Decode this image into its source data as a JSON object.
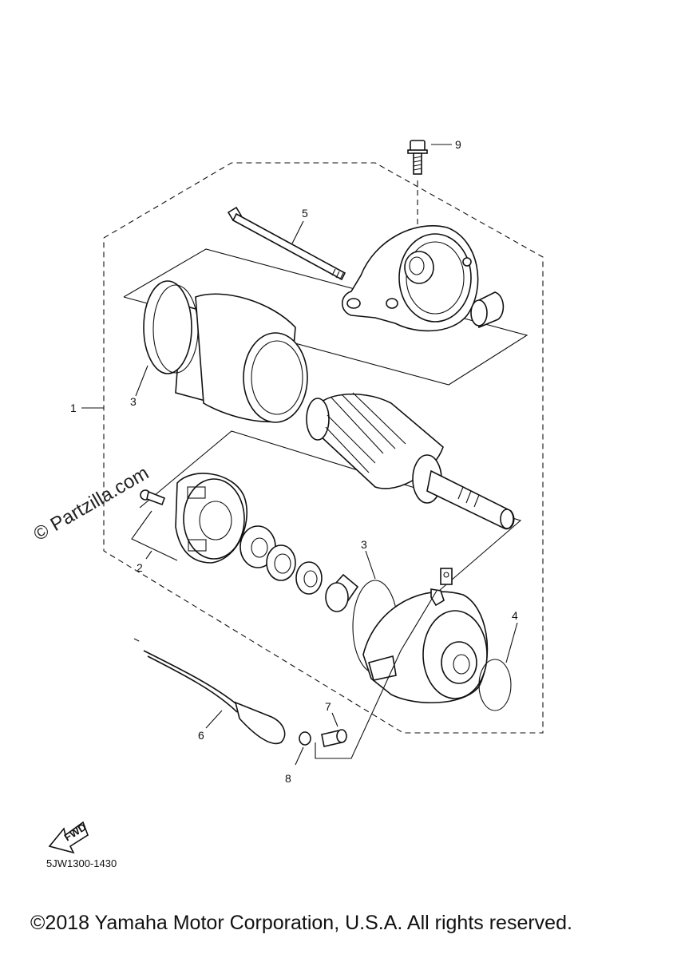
{
  "callouts": [
    {
      "id": "1",
      "text": "1"
    },
    {
      "id": "2",
      "text": "2"
    },
    {
      "id": "3a",
      "text": "3"
    },
    {
      "id": "3b",
      "text": "3"
    },
    {
      "id": "4",
      "text": "4"
    },
    {
      "id": "5",
      "text": "5"
    },
    {
      "id": "6",
      "text": "6"
    },
    {
      "id": "7",
      "text": "7"
    },
    {
      "id": "8",
      "text": "8"
    },
    {
      "id": "9",
      "text": "9"
    }
  ],
  "watermark": "© Partzilla.com",
  "fwd_label": "FWD",
  "diagram_code": "5JW1300-1430",
  "copyright": "©2018 Yamaha Motor Corporation, U.S.A. All rights reserved."
}
